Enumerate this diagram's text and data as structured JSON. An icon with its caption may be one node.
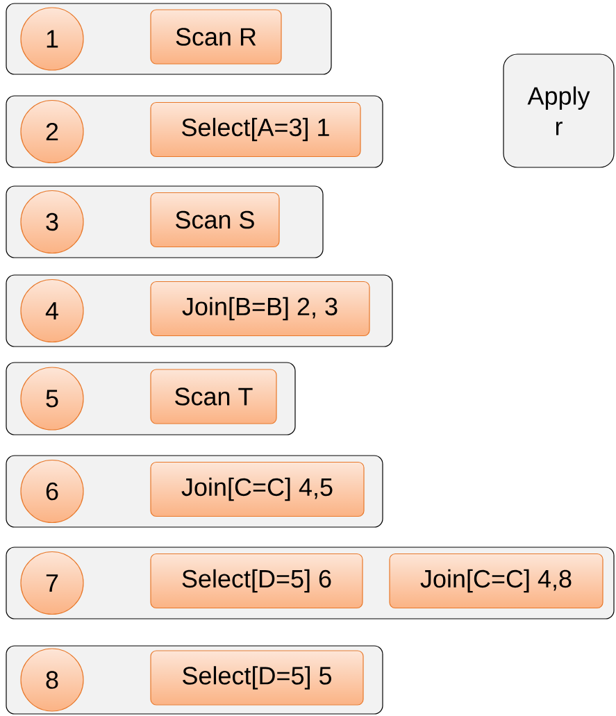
{
  "diagram": {
    "nodes": [
      {
        "text": [],
        "shape": "box"
      },
      {
        "text": [
          "1"
        ],
        "in": 0
      },
      {
        "text": [
          "Scan R"
        ],
        "in": 0
      },
      {
        "text": [],
        "shape": "box"
      },
      {
        "text": [
          "2"
        ],
        "in": 3
      },
      {
        "text": [
          "Select[A=3] 1"
        ],
        "in": 3
      },
      {
        "text": [],
        "shape": "box"
      },
      {
        "text": [
          "3"
        ],
        "in": 6
      },
      {
        "text": [
          "Scan S"
        ],
        "in": 6
      },
      {
        "text": [],
        "shape": "box"
      },
      {
        "text": [
          "4"
        ],
        "in": 9
      },
      {
        "text": [
          "Join[B=B] 2, 3"
        ],
        "in": 9
      },
      {
        "text": [],
        "shape": "box"
      },
      {
        "text": [
          "5"
        ],
        "in": 12
      },
      {
        "text": [
          "Scan T"
        ],
        "in": 12
      },
      {
        "text": [],
        "shape": "box"
      },
      {
        "text": [
          "6"
        ],
        "in": 15
      },
      {
        "text": [
          "Join[C=C] 4,5"
        ],
        "in": 15
      },
      {
        "text": [],
        "shape": "box"
      },
      {
        "text": [
          "7"
        ],
        "in": 18
      },
      {
        "text": [
          "Select[D=5] 6"
        ],
        "in": 18
      },
      {
        "text": [
          "Join[C=C] 4,8"
        ],
        "in": 18
      },
      {
        "text": [],
        "shape": "box"
      },
      {
        "text": [
          "8"
        ],
        "in": 22
      },
      {
        "text": [
          "Select[D=5] 5"
        ],
        "in": 22
      },
      {
        "text": [
          "Apply r"
        ]
      }
    ]
  }
}
